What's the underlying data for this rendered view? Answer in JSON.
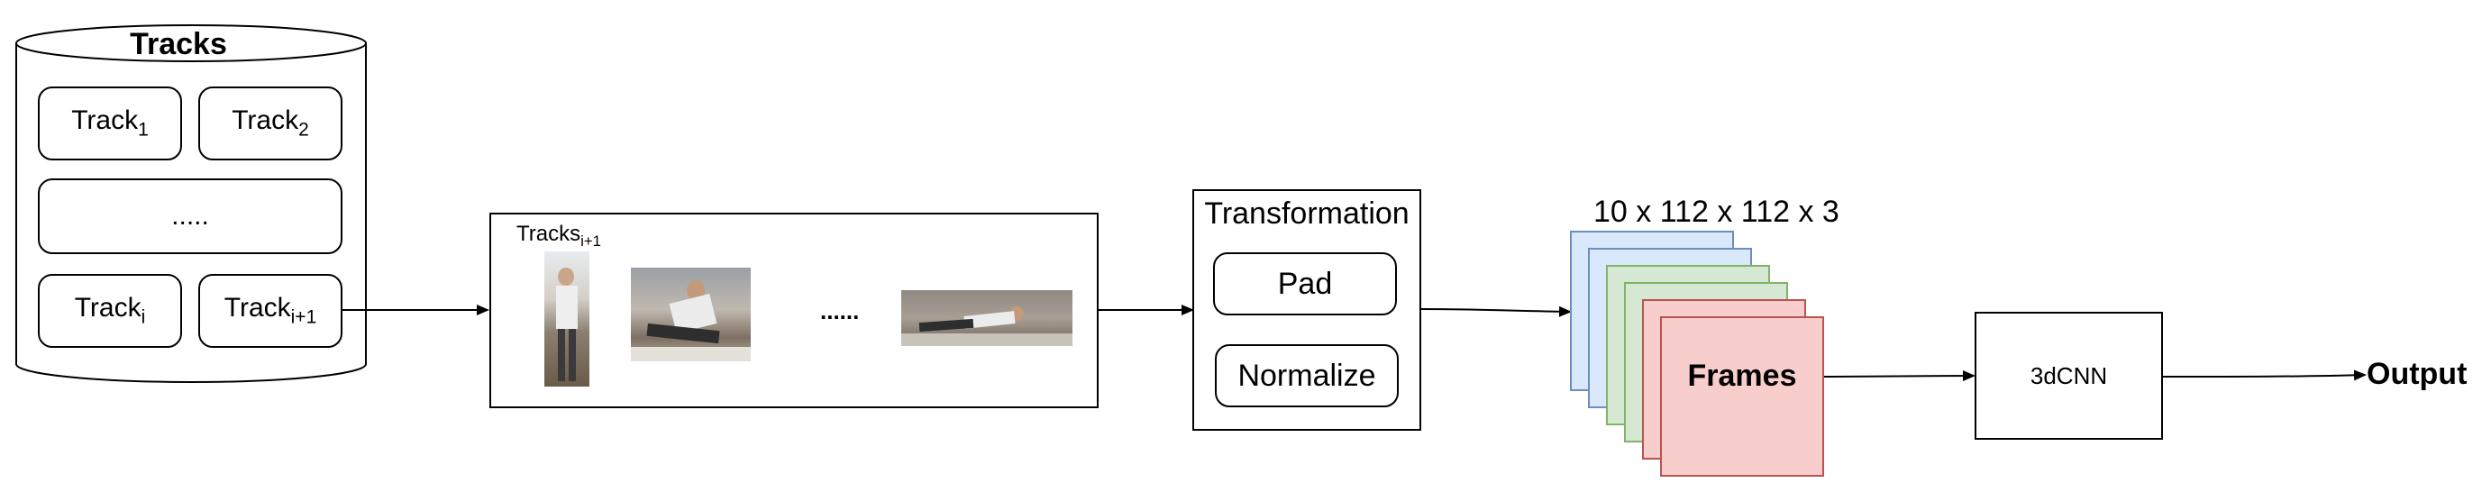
{
  "tracks_db": {
    "title": "Tracks",
    "track_1": {
      "base": "Track",
      "sub": "1"
    },
    "track_2": {
      "base": "Track",
      "sub": "2"
    },
    "ellipsis": ".....",
    "track_i": {
      "base": "Track",
      "sub": "i"
    },
    "track_i1": {
      "base": "Track",
      "sub": "i+1"
    }
  },
  "track_panel": {
    "label": {
      "base": "Tracks",
      "sub": "i+1"
    },
    "ellipsis": "......"
  },
  "transformation": {
    "title": "Transformation",
    "pad": "Pad",
    "normalize": "Normalize"
  },
  "frames": {
    "dims": "10 x 112 x 112 x 3",
    "label": "Frames",
    "colors": [
      "#dae8fc",
      "#dae8fc",
      "#d5e8d4",
      "#d5e8d4",
      "#f8cecc",
      "#f8cecc"
    ],
    "borders": [
      "#6c8ebf",
      "#6c8ebf",
      "#82b366",
      "#82b366",
      "#b85450",
      "#b85450"
    ]
  },
  "model": {
    "label": "3dCNN"
  },
  "output": {
    "label": "Output"
  }
}
